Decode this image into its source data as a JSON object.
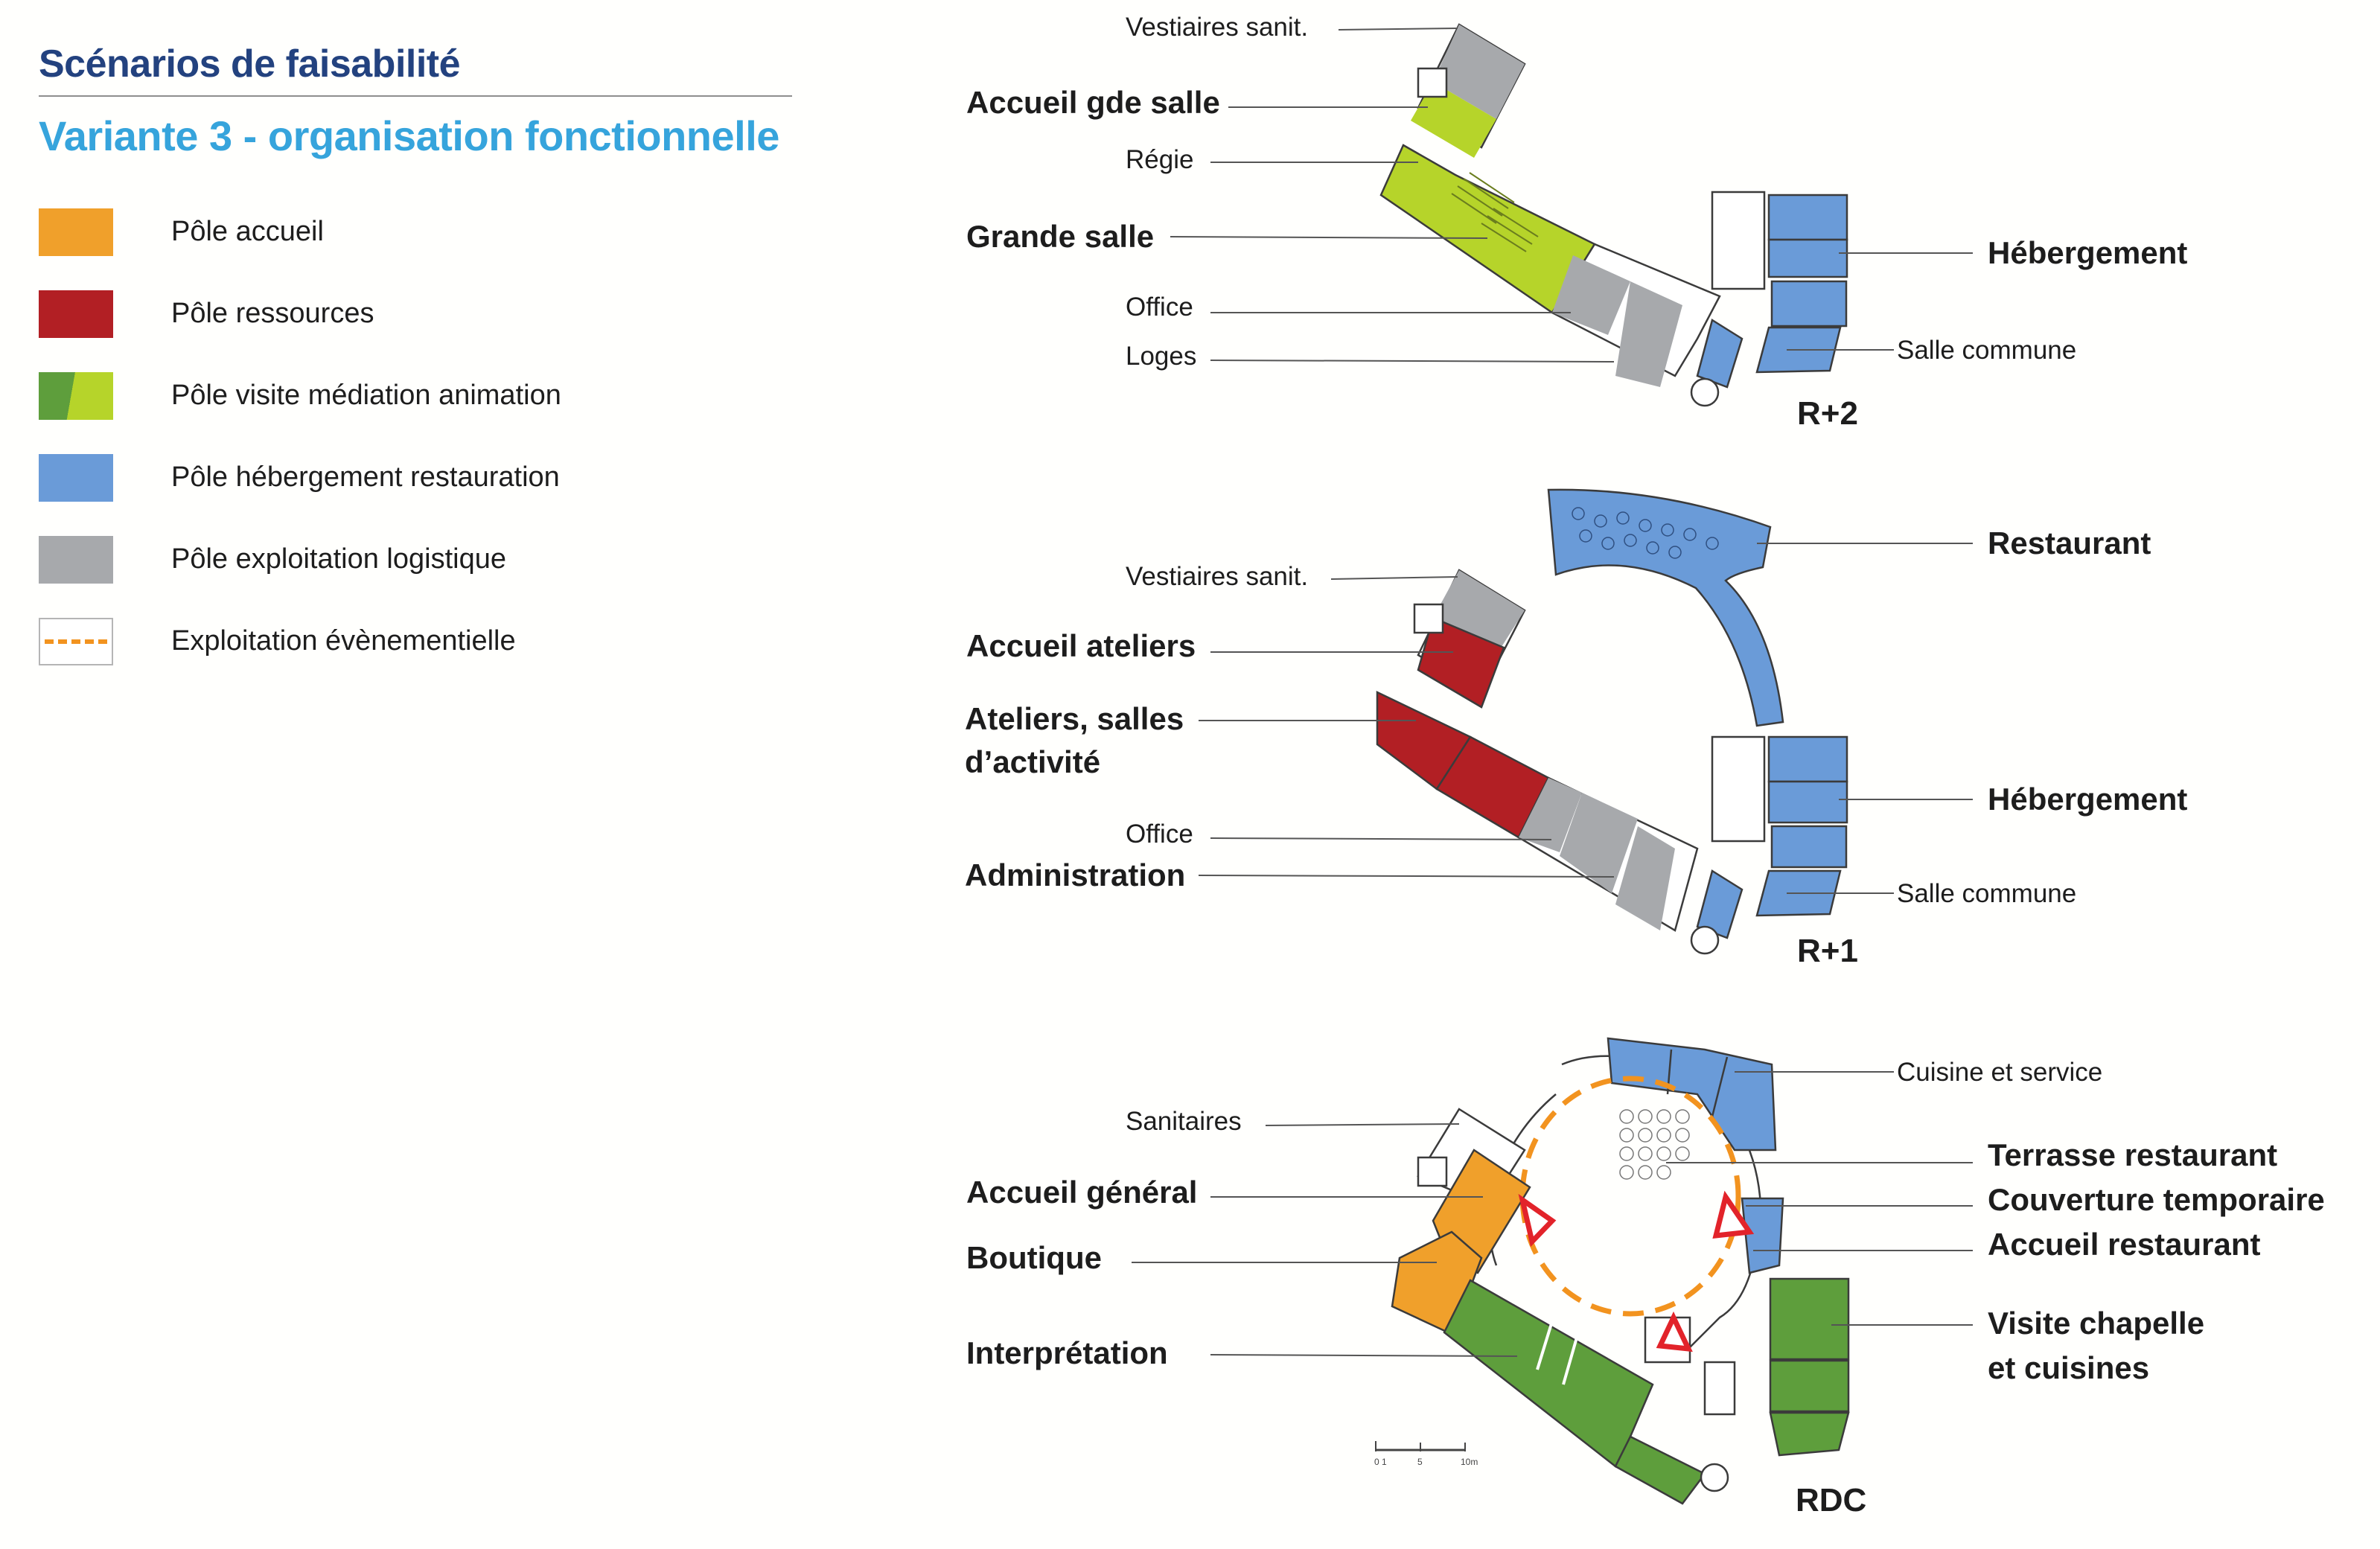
{
  "header": {
    "title": "Scénarios de faisabilité",
    "subtitle": "Variante 3 - organisation fonctionnelle"
  },
  "colors": {
    "accueil": "#f0a02b",
    "ressources": "#b21f24",
    "visite_dark": "#5e9e3c",
    "visite_light": "#b6d42a",
    "hebergement": "#6a9bd8",
    "exploitation": "#a7a9ac",
    "evenementiel": "#f2931f",
    "access_marker": "#e2232a"
  },
  "legend": [
    {
      "label": "Pôle accueil",
      "swatch": "accueil"
    },
    {
      "label": "Pôle ressources",
      "swatch": "ressources"
    },
    {
      "label": "Pôle visite médiation animation",
      "swatch": "visite"
    },
    {
      "label": "Pôle hébergement restauration",
      "swatch": "hebergement"
    },
    {
      "label": "Pôle exploitation logistique",
      "swatch": "exploitation"
    },
    {
      "label": "Exploitation évènementielle",
      "swatch": "dashed"
    }
  ],
  "plans": {
    "r2": {
      "level": "R+2",
      "labels": {
        "vestiaires": "Vestiaires sanit.",
        "accueil_gde_salle": "Accueil gde salle",
        "regie": "Régie",
        "grande_salle": "Grande salle",
        "office": "Office",
        "loges": "Loges",
        "hebergement": "Hébergement",
        "salle_commune": "Salle commune"
      }
    },
    "r1": {
      "level": "R+1",
      "labels": {
        "restaurant": "Restaurant",
        "vestiaires": "Vestiaires sanit.",
        "accueil_ateliers": "Accueil ateliers",
        "ateliers_1": "Ateliers, salles",
        "ateliers_2": "d’activité",
        "office": "Office",
        "administration": "Administration",
        "hebergement": "Hébergement",
        "salle_commune": "Salle commune"
      }
    },
    "rdc": {
      "level": "RDC",
      "labels": {
        "cuisine": "Cuisine et service",
        "sanitaires": "Sanitaires",
        "terrasse": "Terrasse restaurant",
        "couverture": "Couverture temporaire",
        "accueil_general": "Accueil général",
        "accueil_restaurant": "Accueil restaurant",
        "boutique": "Boutique",
        "visite_1": "Visite chapelle",
        "visite_2": "et cuisines",
        "interpretation": "Interprétation"
      },
      "scale": {
        "t0": "0 1",
        "t1": "5",
        "t2": "10m"
      }
    }
  }
}
